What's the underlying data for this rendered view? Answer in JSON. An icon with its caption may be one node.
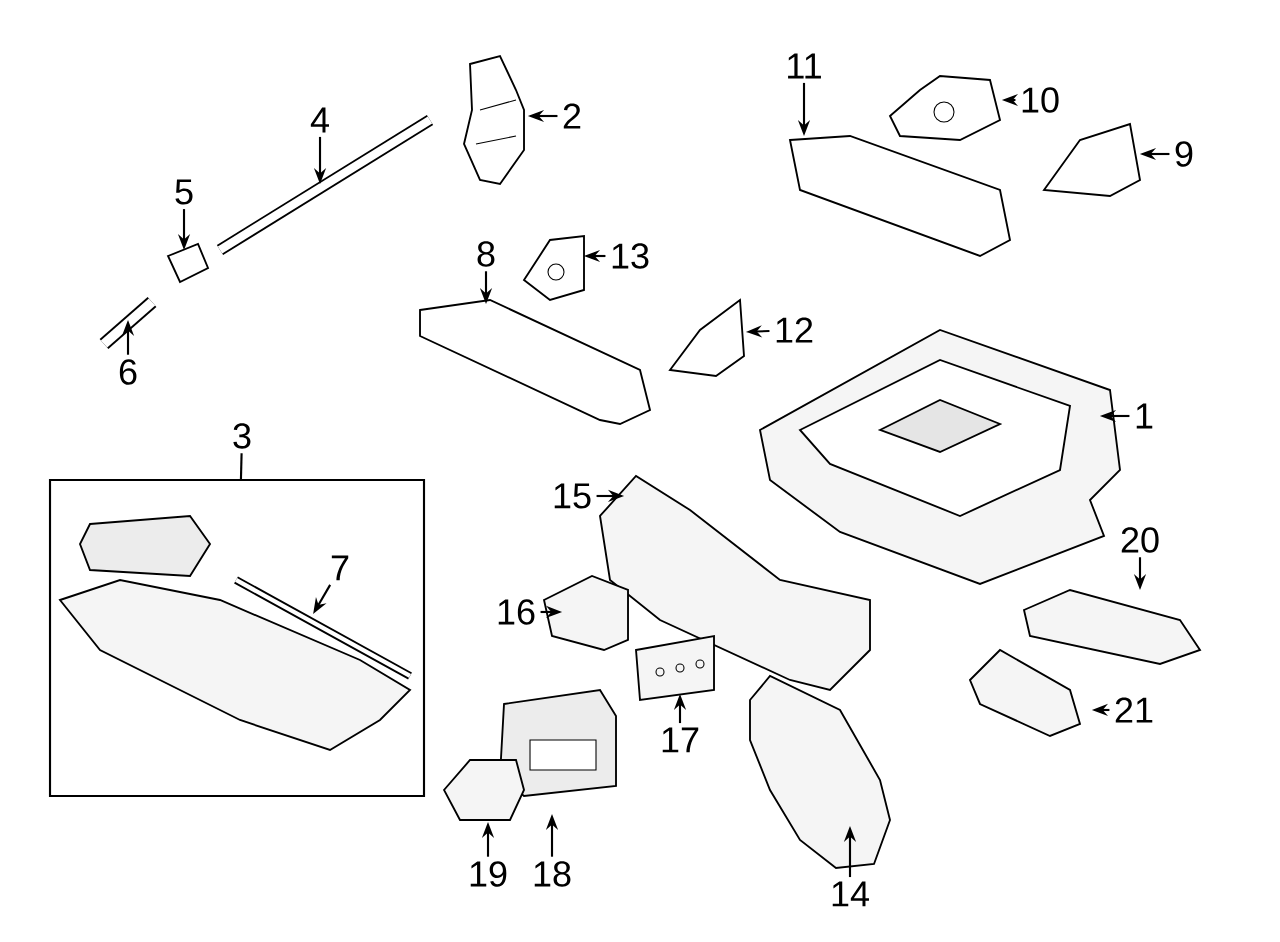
{
  "diagram": {
    "nodes": [
      {
        "text": [
          "1"
        ]
      },
      {
        "text": [],
        "shape": "picture"
      },
      {
        "text": [
          "2"
        ]
      },
      {
        "text": [],
        "shape": "picture"
      },
      {
        "text": [
          "3"
        ]
      },
      {
        "text": [],
        "shape": "box"
      },
      {
        "text": [
          "7"
        ],
        "in": 5
      },
      {
        "text": [],
        "shape": "picture",
        "in": 5
      },
      {
        "text": [
          "4"
        ]
      },
      {
        "text": [],
        "shape": "picture"
      },
      {
        "text": [
          "5"
        ]
      },
      {
        "text": [],
        "shape": "picture"
      },
      {
        "text": [
          "6"
        ]
      },
      {
        "text": [],
        "shape": "picture"
      },
      {
        "text": [
          "8"
        ]
      },
      {
        "text": [],
        "shape": "picture"
      },
      {
        "text": [
          "9"
        ]
      },
      {
        "text": [],
        "shape": "picture"
      },
      {
        "text": [
          "10"
        ]
      },
      {
        "text": [],
        "shape": "picture"
      },
      {
        "text": [
          "11"
        ]
      },
      {
        "text": [],
        "shape": "picture"
      },
      {
        "text": [
          "12"
        ]
      },
      {
        "text": [],
        "shape": "picture"
      },
      {
        "text": [
          "13"
        ]
      },
      {
        "text": [],
        "shape": "picture"
      },
      {
        "text": [
          "14"
        ]
      },
      {
        "text": [],
        "shape": "picture"
      },
      {
        "text": [
          "15"
        ]
      },
      {
        "text": [],
        "shape": "picture"
      },
      {
        "text": [
          "16"
        ]
      },
      {
        "text": [],
        "shape": "picture"
      },
      {
        "text": [
          "17"
        ]
      },
      {
        "text": [],
        "shape": "picture"
      },
      {
        "text": [
          "18"
        ]
      },
      {
        "text": [],
        "shape": "picture"
      },
      {
        "text": [
          "19"
        ]
      },
      {
        "text": [],
        "shape": "picture"
      },
      {
        "text": [
          "20"
        ]
      },
      {
        "text": [],
        "shape": "picture"
      },
      {
        "text": [
          "21"
        ]
      },
      {
        "text": [],
        "shape": "picture"
      }
    ],
    "edges": [
      {
        "from": 0,
        "to": 1,
        "arrow": "to"
      },
      {
        "from": 2,
        "to": 3,
        "arrow": "to"
      },
      {
        "from": 4,
        "to": 5,
        "arrow": "none"
      },
      {
        "from": 6,
        "to": 7,
        "arrow": "to"
      },
      {
        "from": 8,
        "to": 9,
        "arrow": "to"
      },
      {
        "from": 10,
        "to": 11,
        "arrow": "to"
      },
      {
        "from": 12,
        "to": 13,
        "arrow": "to"
      },
      {
        "from": 14,
        "to": 15,
        "arrow": "to"
      },
      {
        "from": 16,
        "to": 17,
        "arrow": "to"
      },
      {
        "from": 18,
        "to": 19,
        "arrow": "to"
      },
      {
        "from": 20,
        "to": 21,
        "arrow": "to"
      },
      {
        "from": 22,
        "to": 23,
        "arrow": "to"
      },
      {
        "from": 24,
        "to": 25,
        "arrow": "to"
      },
      {
        "from": 26,
        "to": 27,
        "arrow": "to"
      },
      {
        "from": 28,
        "to": 29,
        "arrow": "to"
      },
      {
        "from": 30,
        "to": 31,
        "arrow": "to"
      },
      {
        "from": 32,
        "to": 33,
        "arrow": "to"
      },
      {
        "from": 34,
        "to": 35,
        "arrow": "to"
      },
      {
        "from": 36,
        "to": 37,
        "arrow": "to"
      },
      {
        "from": 38,
        "to": 39,
        "arrow": "to"
      },
      {
        "from": 40,
        "to": 41,
        "arrow": "to"
      }
    ]
  }
}
